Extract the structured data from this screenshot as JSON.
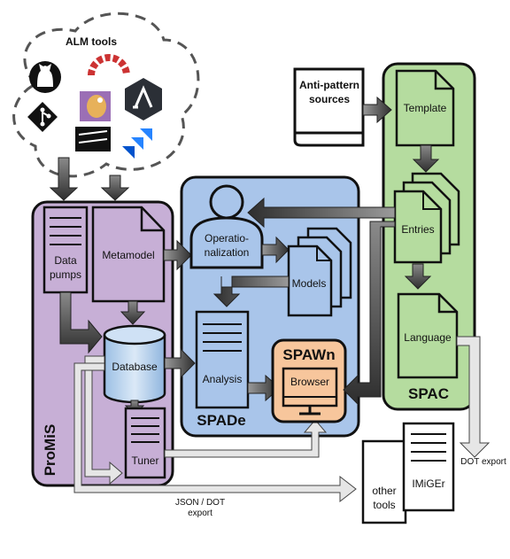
{
  "alm_tools": {
    "title": "ALM tools"
  },
  "promis": {
    "title": "ProMiS",
    "data_pumps": [
      "Data",
      "pumps"
    ],
    "metamodel": "Metamodel",
    "database": "Database",
    "tuner": "Tuner"
  },
  "spade": {
    "title": "SPADe",
    "operationalization": [
      "Operatio-",
      "nalization"
    ],
    "models": "Models",
    "analysis": "Analysis"
  },
  "spawn": {
    "title": "SPAWn",
    "browser": "Browser"
  },
  "spac": {
    "title": "SPAC",
    "anti_pattern_sources": [
      "Anti-pattern",
      "sources"
    ],
    "template": "Template",
    "entries": "Entries",
    "language": "Language"
  },
  "exports": {
    "json_dot": [
      "JSON / DOT",
      "export"
    ],
    "dot_export": "DOT export"
  },
  "outputs": {
    "other_tools": [
      "other",
      "tools"
    ],
    "imiger": "IMiGEr"
  },
  "colors": {
    "promis_fill": "#c7afd6",
    "spade_fill": "#a9c5ea",
    "spac_fill": "#b5dc9f",
    "spawn_fill": "#f7c69c",
    "arrow_dark": "#555555",
    "arrow_light": "#e2e2e2"
  }
}
